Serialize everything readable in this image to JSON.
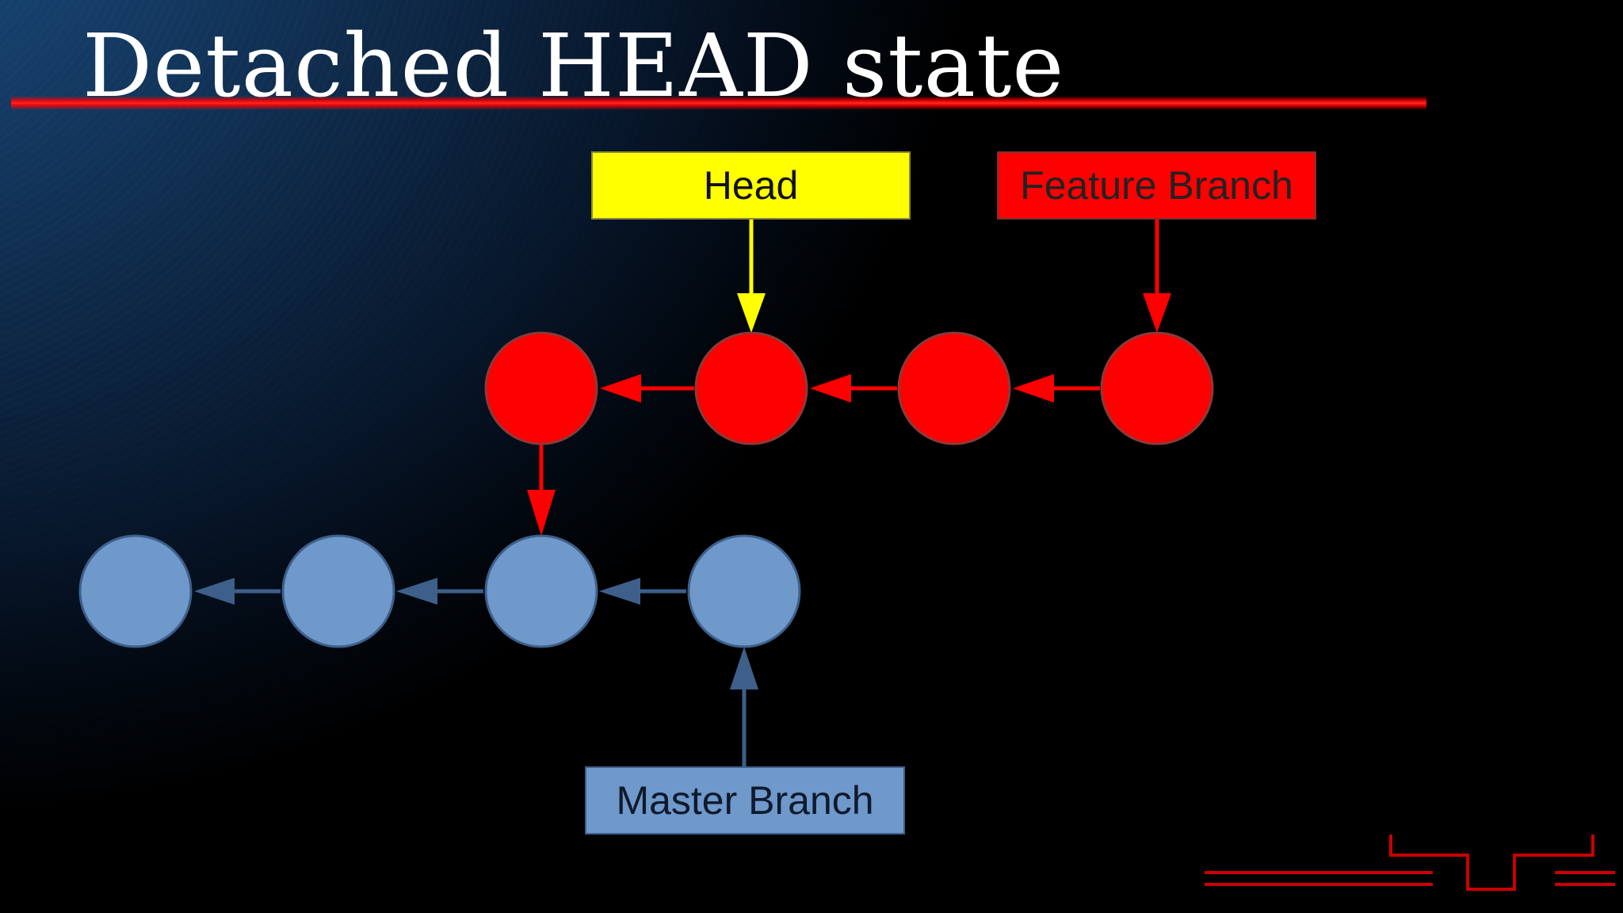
{
  "slide": {
    "title": "Detached HEAD state"
  },
  "labels": {
    "head": "Head",
    "feature_branch": "Feature Branch",
    "master_branch": "Master Branch"
  },
  "colors": {
    "feature": "#ff0000",
    "head": "#ffff00",
    "master": "#6f98cb",
    "master_arrow": "#3e5f8a",
    "underline": "#ff0000"
  },
  "graph": {
    "feature_commits": 4,
    "master_commits": 4
  }
}
